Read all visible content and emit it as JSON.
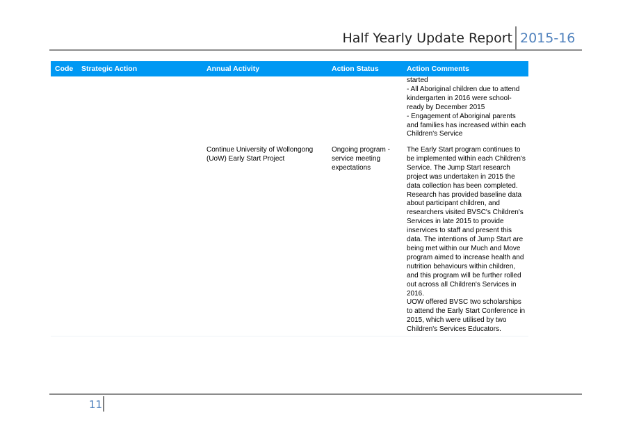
{
  "header": {
    "title": "Half Yearly Update Report",
    "year": "2015-16"
  },
  "table": {
    "columns": [
      "Code",
      "Strategic Action",
      "Annual Activity",
      "Action Status",
      "Action Comments"
    ],
    "rows": [
      {
        "code": "",
        "strategic_action": "",
        "annual_activity": "",
        "action_status": "",
        "action_comments": "started\n- All Aboriginal children due to attend\nkindergarten in 2016 were school-\nready by December 2015\n- Engagement of Aboriginal parents\nand families has increased within each\nChildren's Service"
      },
      {
        "code": "",
        "strategic_action": "",
        "annual_activity": "Continue University of Wollongong\n(UoW) Early Start Project",
        "action_status": "Ongoing program -\nservice meeting\nexpectations",
        "action_comments": "The Early Start program continues to\nbe implemented within each Children's\nService. The Jump Start research\nproject was undertaken in 2015 the\ndata collection has been completed.\nResearch has provided baseline data\nabout participant children, and\nresearchers visited BVSC's Children's\nServices in late 2015 to provide\ninservices to staff and present this\ndata. The intentions of Jump Start are\nbeing met within our Much and Move\nprogram aimed to increase health and\nnutrition behaviours within children,\nand this program will be further rolled\nout across all Children's Services in\n2016.\nUOW offered BVSC two scholarships\nto attend the Early Start Conference in\n2015, which were utilised by two\nChildren's Services Educators."
      }
    ]
  },
  "footer": {
    "page_number": "11"
  }
}
